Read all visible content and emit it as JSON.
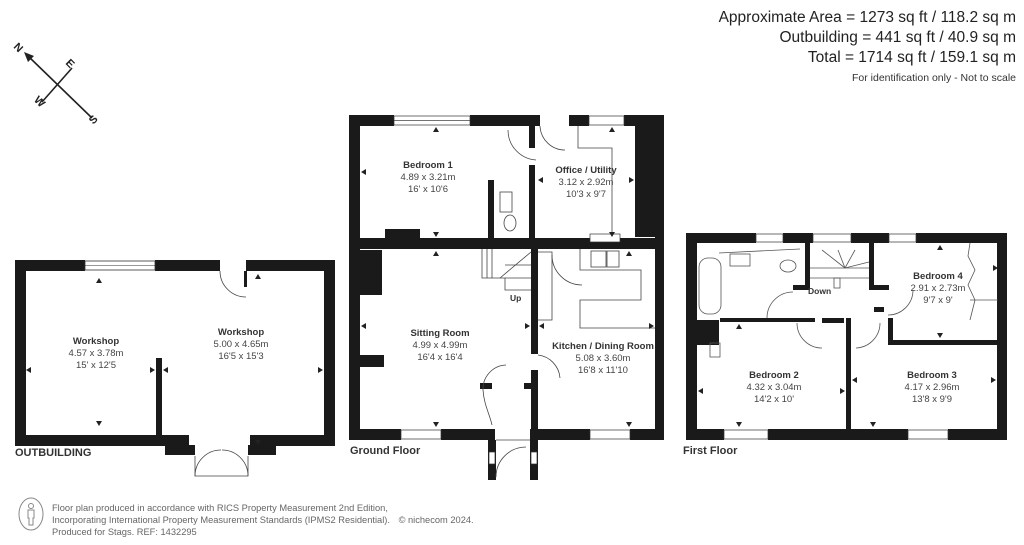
{
  "area_summary": {
    "approximate_area": "Approximate Area = 1273 sq ft / 118.2 sq m",
    "outbuilding": "Outbuilding = 441 sq ft / 40.9 sq m",
    "total": "Total = 1714 sq ft / 159.1 sq m",
    "note": "For identification only - Not to scale"
  },
  "compass": {
    "n": "N",
    "e": "E",
    "s": "S",
    "w": "W"
  },
  "floors": {
    "outbuilding": {
      "label": "OUTBUILDING",
      "rooms": [
        {
          "name": "Workshop",
          "metric": "4.57 x 3.78m",
          "imperial": "15' x 12'5"
        },
        {
          "name": "Workshop",
          "metric": "5.00 x 4.65m",
          "imperial": "16'5 x 15'3"
        }
      ]
    },
    "ground": {
      "label": "Ground Floor",
      "rooms": [
        {
          "name": "Bedroom 1",
          "metric": "4.89 x 3.21m",
          "imperial": "16' x 10'6"
        },
        {
          "name": "Office / Utility",
          "metric": "3.12 x 2.92m",
          "imperial": "10'3 x 9'7"
        },
        {
          "name": "Sitting Room",
          "metric": "4.99 x 4.99m",
          "imperial": "16'4 x 16'4"
        },
        {
          "name": "Kitchen / Dining Room",
          "metric": "5.08 x 3.60m",
          "imperial": "16'8 x 11'10"
        }
      ],
      "stairs_label": "Up"
    },
    "first": {
      "label": "First Floor",
      "rooms": [
        {
          "name": "Bedroom 4",
          "metric": "2.91 x 2.73m",
          "imperial": "9'7 x 9'"
        },
        {
          "name": "Bedroom 2",
          "metric": "4.32 x 3.04m",
          "imperial": "14'2 x 10'"
        },
        {
          "name": "Bedroom 3",
          "metric": "4.17 x 2.96m",
          "imperial": "13'8 x 9'9"
        }
      ],
      "stairs_label": "Down"
    }
  },
  "footer": {
    "line1": "Floor plan produced in accordance with RICS Property Measurement 2nd Edition,",
    "line2": "Incorporating International Property Measurement Standards (IPMS2 Residential).",
    "copyright": "© nichecom 2024.",
    "line3": "Produced for Stags.   REF: 1432295"
  },
  "colors": {
    "wall": "#1a1a1a",
    "text": "#333333",
    "fixture": "#777777"
  }
}
